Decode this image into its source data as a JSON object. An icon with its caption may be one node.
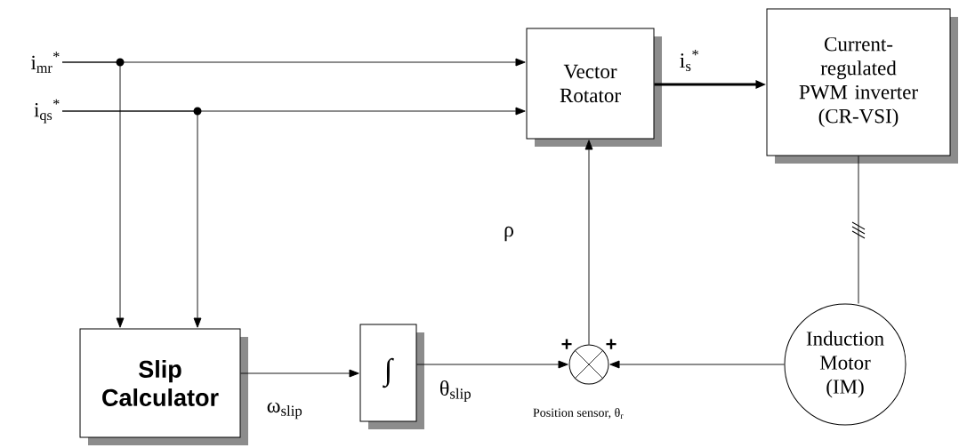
{
  "diagram": {
    "nodes": [
      {
        "text": [
          "i$_{mr}$$^{*}$"
        ]
      },
      {
        "text": [
          "i$_{qs}$$^{*}$"
        ]
      },
      {
        "text": [
          "Vector Rotator"
        ]
      },
      {
        "text": [
          "Current-regulated PWM inverter (CR-VSI)"
        ]
      },
      {
        "text": [
          "Slip Calculator"
        ]
      },
      {
        "text": [
          "∫"
        ]
      },
      {
        "text": [],
        "shape": "circle"
      },
      {
        "text": [
          "Induction Motor (IM)"
        ]
      }
    ],
    "edges": [
      {
        "from": 0,
        "to": 2,
        "arrow": "to"
      },
      {
        "from": 0,
        "to": 4,
        "arrow": "to"
      },
      {
        "from": 1,
        "to": 2,
        "arrow": "to"
      },
      {
        "from": 1,
        "to": 4,
        "arrow": "to"
      },
      {
        "from": 2,
        "to": 3,
        "arrow": "to",
        "label": "i$_{s}$$^{*}$",
        "style": "thick"
      },
      {
        "from": 4,
        "to": 5,
        "arrow": "to",
        "label": "ω$_{slip}$"
      },
      {
        "from": 5,
        "to": 6,
        "arrow": "to",
        "label": "θ$_{slip}$"
      },
      {
        "from": 7,
        "to": 6,
        "arrow": "to",
        "label": "Position sensor, θ$_{r}$"
      },
      {
        "from": 6,
        "to": 2,
        "arrow": "to",
        "label": "ρ"
      },
      {
        "from": 3,
        "to": 7,
        "arrow": "none"
      }
    ],
    "labels": [
      "+",
      "+"
    ]
  }
}
